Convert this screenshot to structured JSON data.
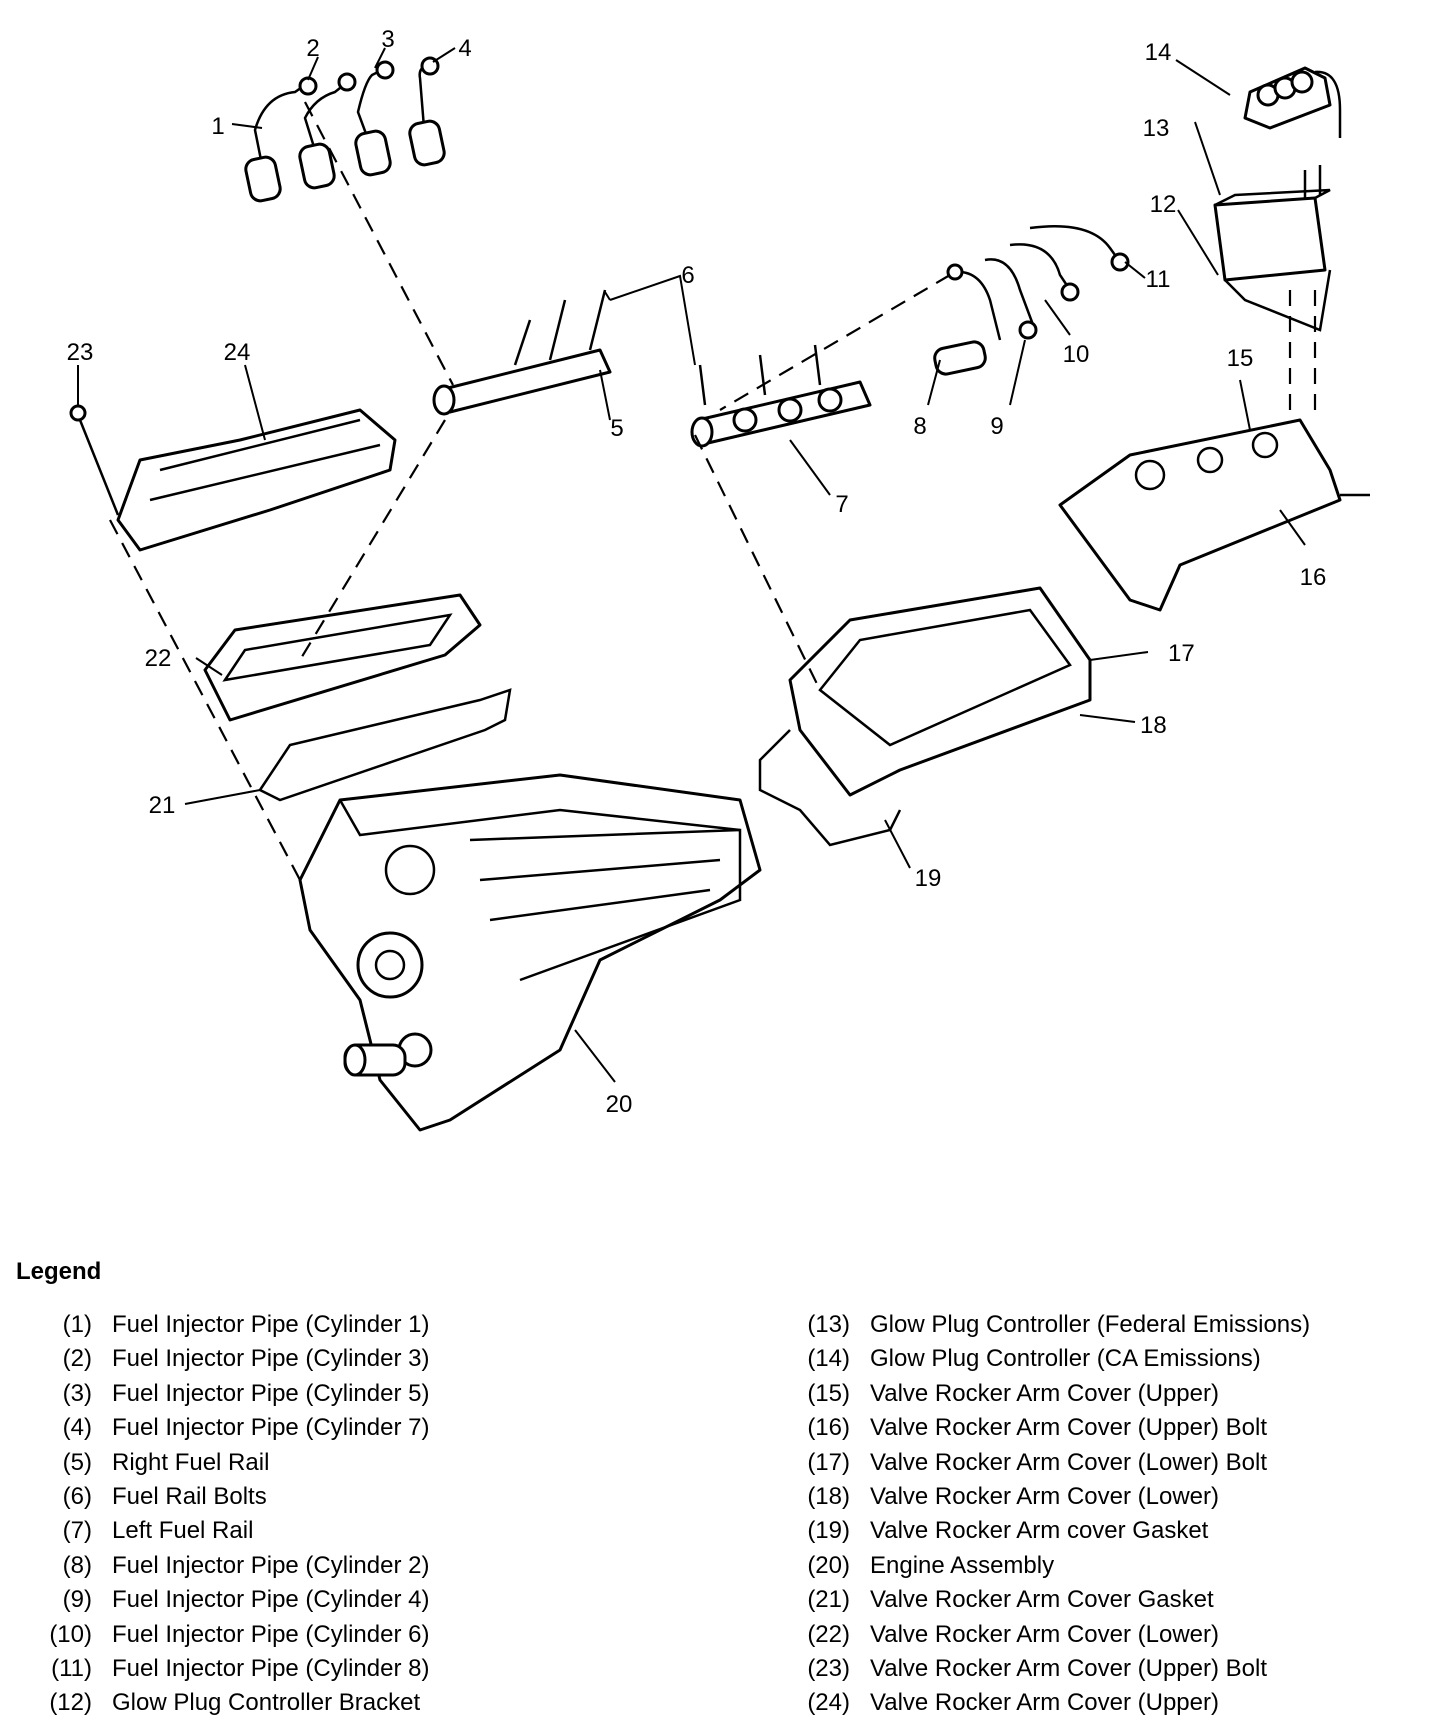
{
  "diagram": {
    "callouts": [
      "1",
      "2",
      "3",
      "4",
      "5",
      "6",
      "7",
      "8",
      "9",
      "10",
      "11",
      "12",
      "13",
      "14",
      "15",
      "16",
      "17",
      "18",
      "19",
      "20",
      "21",
      "22",
      "23",
      "24"
    ]
  },
  "legend": {
    "title": "Legend",
    "items": [
      {
        "num": "(1)",
        "label": "Fuel Injector Pipe (Cylinder 1)"
      },
      {
        "num": "(2)",
        "label": "Fuel Injector Pipe (Cylinder 3)"
      },
      {
        "num": "(3)",
        "label": "Fuel Injector Pipe (Cylinder 5)"
      },
      {
        "num": "(4)",
        "label": "Fuel Injector Pipe (Cylinder 7)"
      },
      {
        "num": "(5)",
        "label": "Right Fuel Rail"
      },
      {
        "num": "(6)",
        "label": "Fuel Rail Bolts"
      },
      {
        "num": "(7)",
        "label": "Left Fuel Rail"
      },
      {
        "num": "(8)",
        "label": "Fuel Injector Pipe (Cylinder 2)"
      },
      {
        "num": "(9)",
        "label": "Fuel Injector Pipe (Cylinder 4)"
      },
      {
        "num": "(10)",
        "label": "Fuel Injector Pipe (Cylinder 6)"
      },
      {
        "num": "(11)",
        "label": "Fuel Injector Pipe (Cylinder 8)"
      },
      {
        "num": "(12)",
        "label": "Glow Plug Controller Bracket"
      },
      {
        "num": "(13)",
        "label": "Glow Plug Controller (Federal Emissions)"
      },
      {
        "num": "(14)",
        "label": "Glow Plug Controller (CA Emissions)"
      },
      {
        "num": "(15)",
        "label": "Valve Rocker Arm Cover (Upper)"
      },
      {
        "num": "(16)",
        "label": "Valve Rocker Arm Cover (Upper) Bolt"
      },
      {
        "num": "(17)",
        "label": "Valve Rocker Arm Cover (Lower) Bolt"
      },
      {
        "num": "(18)",
        "label": "Valve Rocker Arm Cover (Lower)"
      },
      {
        "num": "(19)",
        "label": "Valve Rocker Arm cover Gasket"
      },
      {
        "num": "(20)",
        "label": "Engine Assembly"
      },
      {
        "num": "(21)",
        "label": "Valve Rocker Arm Cover Gasket"
      },
      {
        "num": "(22)",
        "label": "Valve Rocker Arm Cover (Lower)"
      },
      {
        "num": "(23)",
        "label": "Valve Rocker Arm Cover (Upper) Bolt"
      },
      {
        "num": "(24)",
        "label": "Valve Rocker Arm Cover (Upper)"
      }
    ]
  }
}
